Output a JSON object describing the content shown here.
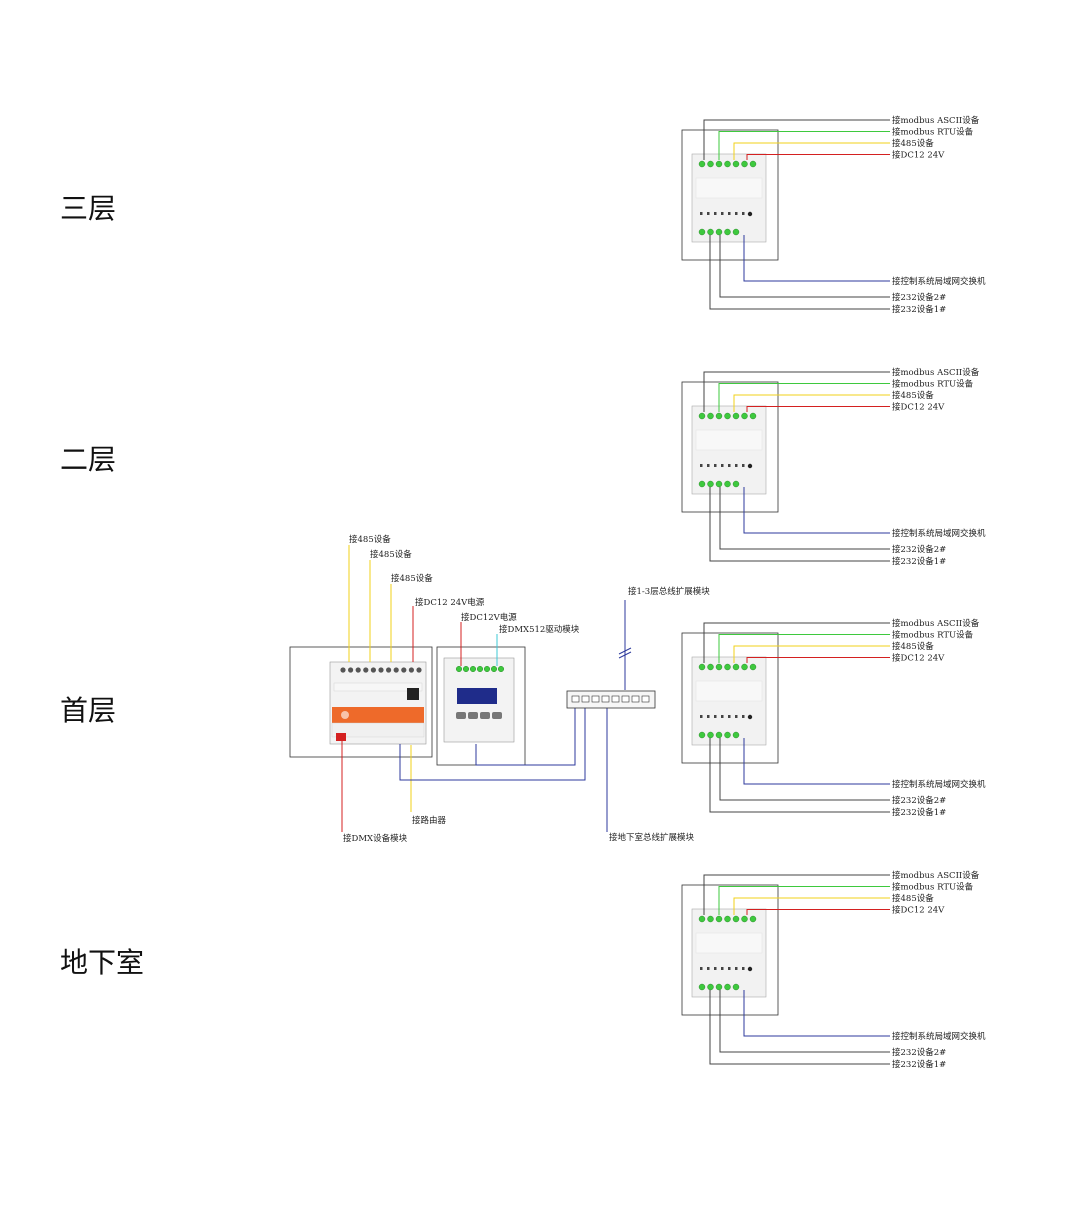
{
  "floors": [
    {
      "name": "三层",
      "module": {
        "top_labels": [
          "接modbus ASCII设备",
          "接modbus RTU设备",
          "接485设备",
          "接DC12 24V"
        ],
        "bottom_labels": [
          "接控制系统局域网交换机",
          "接232设备2#",
          "接232设备1#"
        ]
      }
    },
    {
      "name": "二层",
      "module": {
        "top_labels": [
          "接modbus ASCII设备",
          "接modbus RTU设备",
          "接485设备",
          "接DC12 24V"
        ],
        "bottom_labels": [
          "接控制系统局域网交换机",
          "接232设备2#",
          "接232设备1#"
        ]
      }
    },
    {
      "name": "首层",
      "module": {
        "top_labels": [
          "接modbus ASCII设备",
          "接modbus RTU设备",
          "接485设备",
          "接DC12 24V"
        ],
        "bottom_labels": [
          "接控制系统局域网交换机",
          "接232设备2#",
          "接232设备1#"
        ]
      }
    },
    {
      "name": "地下室",
      "module": {
        "top_labels": [
          "接modbus ASCII设备",
          "接modbus RTU设备",
          "接485设备",
          "接DC12 24V"
        ],
        "bottom_labels": [
          "接控制系统局域网交换机",
          "接232设备2#",
          "接232设备1#"
        ]
      }
    }
  ],
  "main_controller": {
    "labels": [
      "接485设备",
      "接485设备",
      "接485设备",
      "接DC12 24V电源",
      "接DC12V电源",
      "接DMX512驱动模块",
      "接路由器",
      "接DMX设备模块"
    ]
  },
  "switch_labels": {
    "upper": "接1-3层总线扩展模块",
    "lower": "接地下室总线扩展模块"
  },
  "colors": {
    "red": "#d42020",
    "yellow": "#f2d21a",
    "blue": "#2d3a9c",
    "green": "#3ec93e",
    "grey": "#555555",
    "orange": "#ee6a2a"
  }
}
